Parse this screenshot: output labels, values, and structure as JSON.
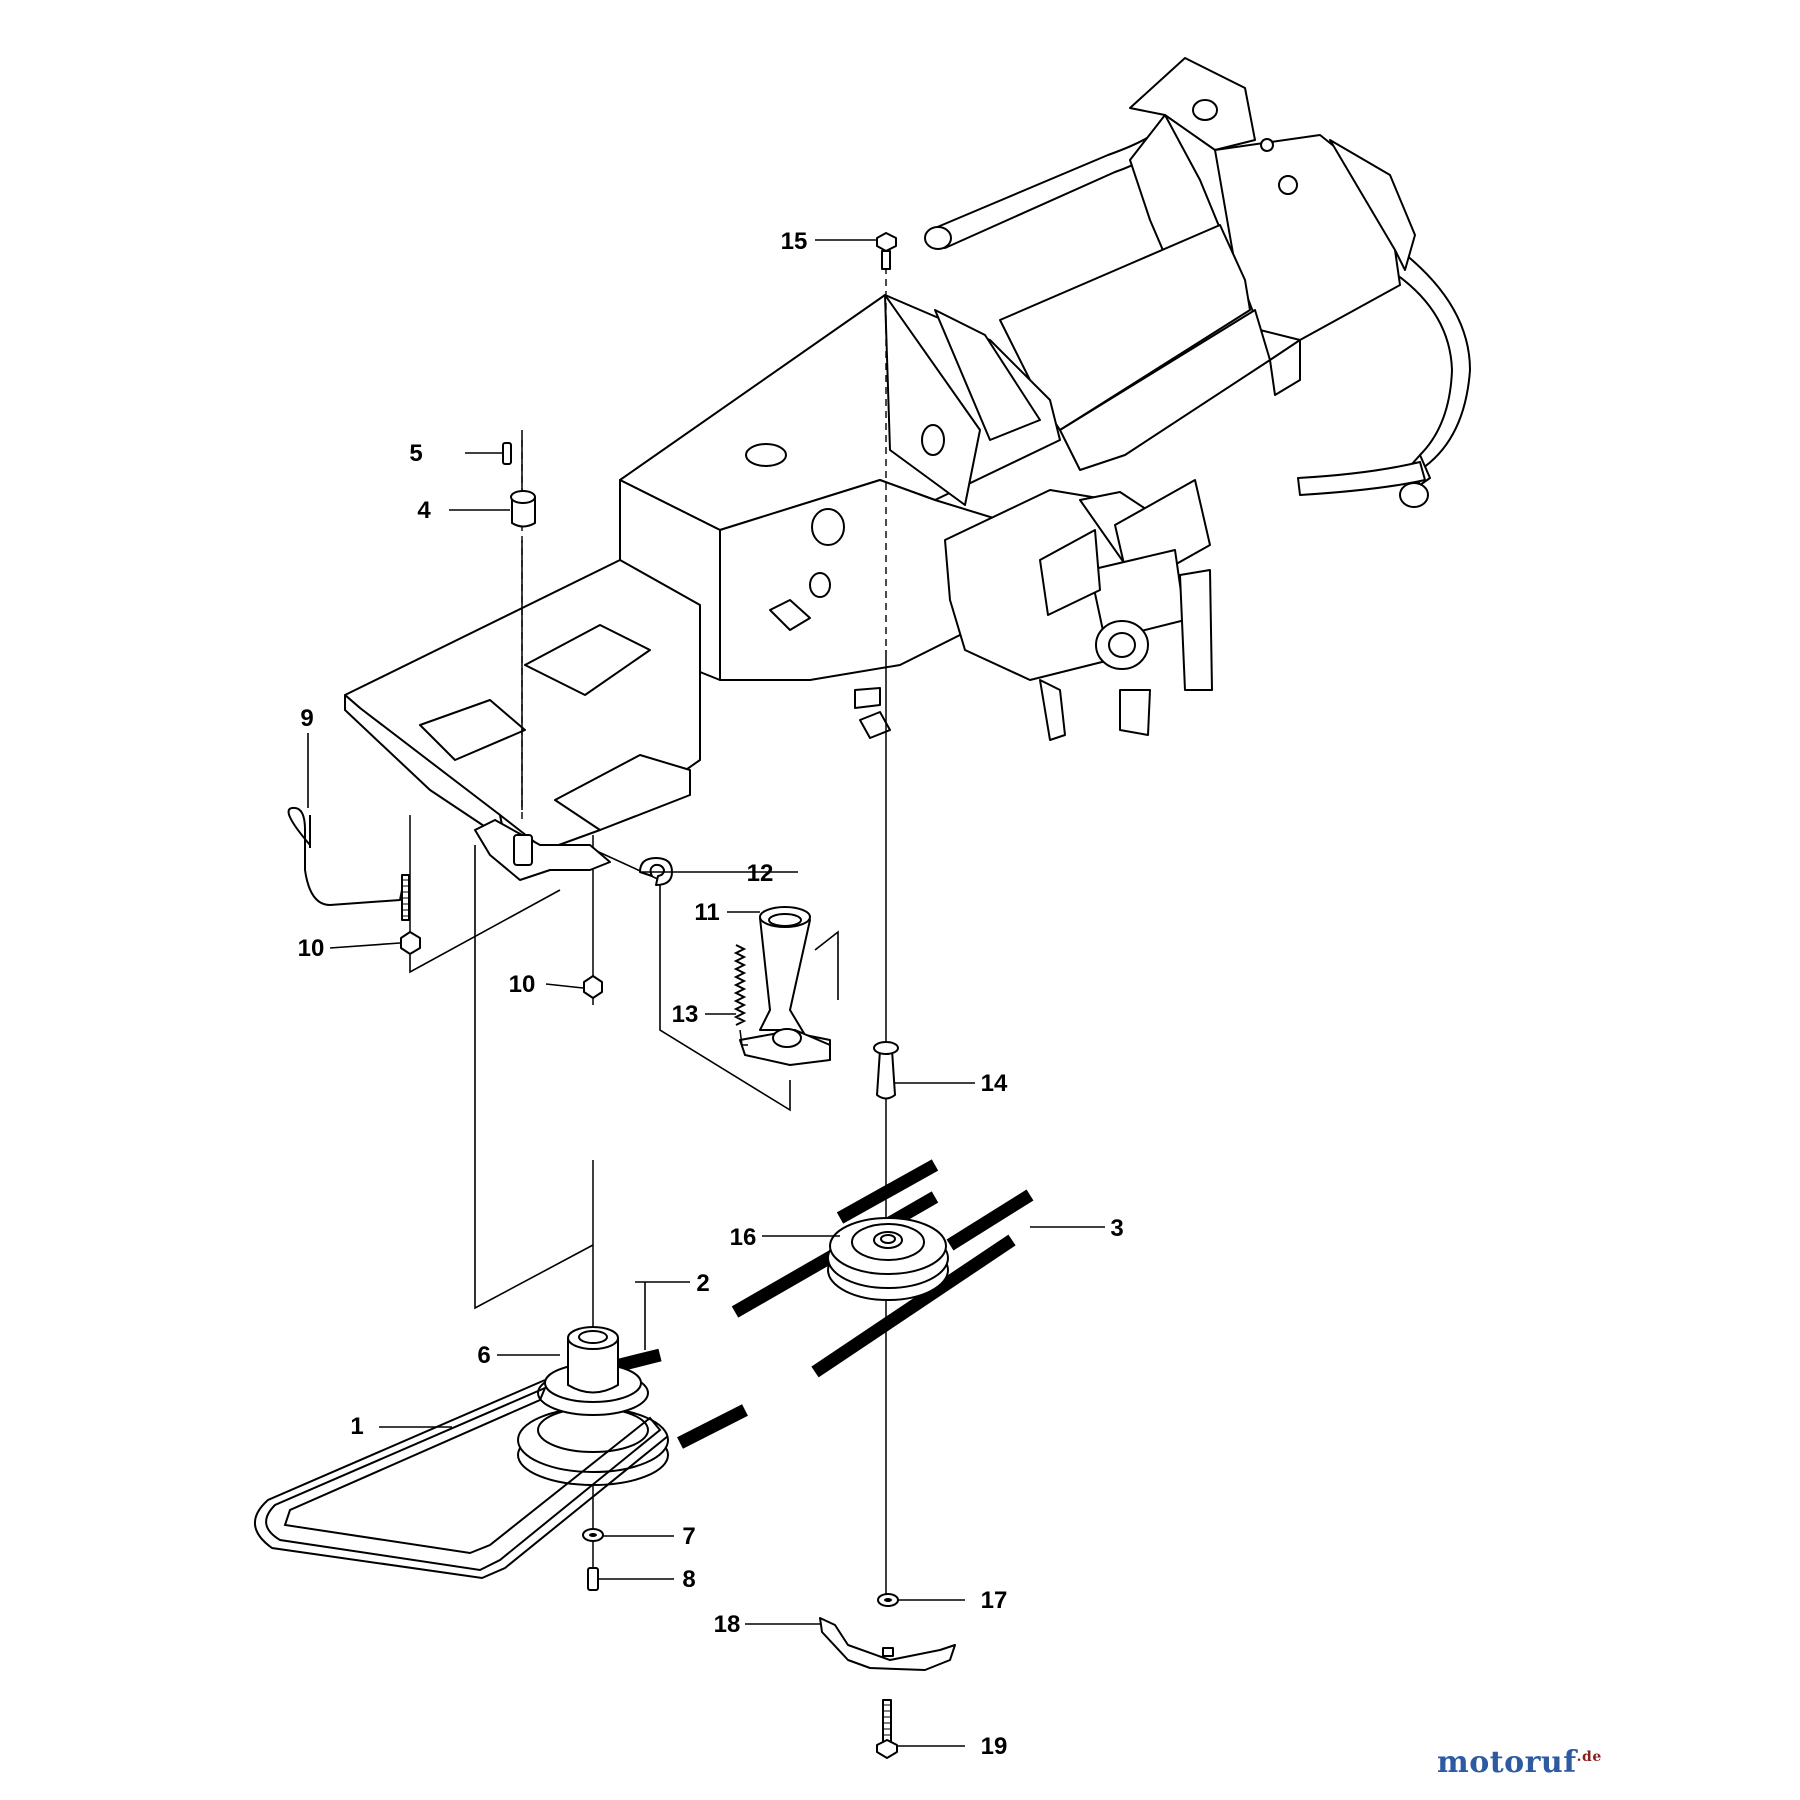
{
  "callouts": {
    "c1": "1",
    "c2": "2",
    "c3": "3",
    "c4": "4",
    "c5": "5",
    "c6": "6",
    "c7": "7",
    "c8": "8",
    "c9": "9",
    "c10a": "10",
    "c10b": "10",
    "c11": "11",
    "c12": "12",
    "c13": "13",
    "c14": "14",
    "c15": "15",
    "c16": "16",
    "c17": "17",
    "c18": "18",
    "c19": "19"
  },
  "watermark": {
    "brand": "motoruf",
    "tld": ".de"
  }
}
